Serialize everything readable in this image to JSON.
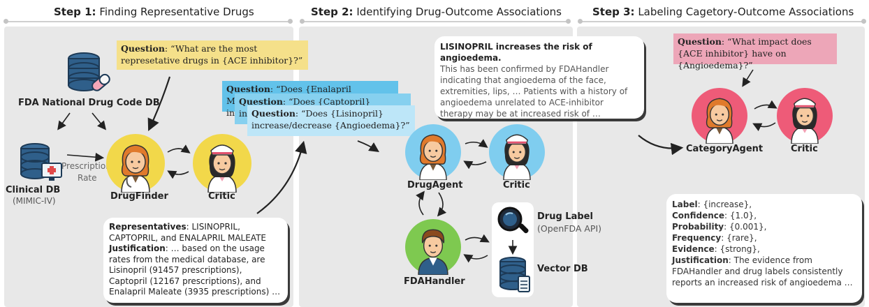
{
  "steps": [
    {
      "label": "Step 1:",
      "title": "Finding Representative Drugs"
    },
    {
      "label": "Step 2:",
      "title": "Identifying Drug-Outcome Associations"
    },
    {
      "label": "Step 3:",
      "title": "Labeling Cagetory-Outcome Associations"
    }
  ],
  "step1": {
    "fda_db_label": "FDA National Drug Code DB",
    "clinical_db_label": "Clinical DB",
    "clinical_db_sub": "(MIMIC-IV)",
    "prescription_label": "Prescription",
    "rate_label": "Rate",
    "question_key": "Question",
    "question_text": ": “What are the most represetative drugs in {ACE inhibitor}?”",
    "drugfinder_label": "DrugFinder",
    "critic_label": "Critic",
    "response": {
      "rep_key": "Representatives",
      "rep_text": ": LISINOPRIL, CAPTOPRIL, and ENALAPRIL MALEATE",
      "just_key": "Justification",
      "just_text": ": … based on the usage rates from the medical database, are Lisinopril (91457 prescriptions), Captopril (12167 prescriptions), and Enalapril Maleate (3935 prescriptions) …"
    }
  },
  "step2": {
    "q1_key": "Question",
    "q1_text": ": “Does {Enalapril Maleate}",
    "q1_tail": "in",
    "q2_key": "Question",
    "q2_text": ": “Does {Captopril}",
    "q2_tail": "in",
    "q3_key": "Question",
    "q3_text": ": “Does {Lisinopril}",
    "q3_line2": "increase/decrease {Angioedema}?”",
    "answer_head": "LISINOPRIL increases the risk of angioedema.",
    "answer_text": "This has been confirmed by FDAHandler indicating that angioedema of the face, extremities, lips, … Patients with a history of angioedema unrelated to ACE-inhibitor therapy may be at increased risk of …",
    "drugagent_label": "DrugAgent",
    "critic_label": "Critic",
    "fdahandler_label": "FDAHandler",
    "druglabel_label": "Drug Label",
    "druglabel_sub": "(OpenFDA API)",
    "vectordb_label": "Vector DB"
  },
  "step3": {
    "question_key": "Question",
    "question_text": ": “What impact does {ACE inhibitor} have on {Angioedema}?”",
    "categoryagent_label": "CategoryAgent",
    "critic_label": "Critic",
    "response": [
      {
        "key": "Label",
        "val": ": {increase},"
      },
      {
        "key": "Confidence",
        "val": ": {1.0},"
      },
      {
        "key": "Probability",
        "val": ": {0.001},"
      },
      {
        "key": "Frequency",
        "val": ": {rare},"
      },
      {
        "key": "Evidence",
        "val": ": {strong},"
      },
      {
        "key": "Justification",
        "val": ": The evidence from FDAHandler and drug labels consistently reports an increased risk of angioedema …"
      }
    ]
  },
  "colors": {
    "panel_bg": "#e8e8e8",
    "q1_yellow": "#f5e08a",
    "q2_blue": "#8fd3f2",
    "q3_pink": "#eda6b8",
    "drugfinder_circle": "#f2d84a",
    "critic_circle": "#f2d84a",
    "drugagent_circle": "#7fcdef",
    "fdahandler_circle": "#7ec950",
    "categoryagent_circle": "#ee5b78",
    "db_blue": "#2f5f8a"
  }
}
